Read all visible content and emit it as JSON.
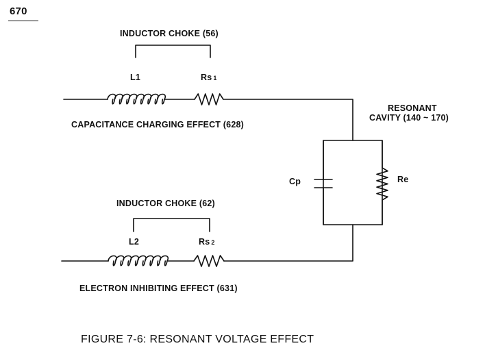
{
  "figure_number": "670",
  "labels": {
    "choke_top": "INDUCTOR CHOKE (56)",
    "l1": "L1",
    "rs1_main": "Rs",
    "rs1_sub": "1",
    "cap_effect": "CAPACITANCE CHARGING EFFECT (628)",
    "resonant_line1": "RESONANT",
    "resonant_line2": "CAVITY (140 ~ 170)",
    "cp": "Cp",
    "re": "Re",
    "choke_bottom": "INDUCTOR CHOKE (62)",
    "l2": "L2",
    "rs2_main": "Rs",
    "rs2_sub": "2",
    "electron_effect": "ELECTRON INHIBITING EFFECT (631)"
  },
  "caption": "FIGURE 7-6: RESONANT VOLTAGE  EFFECT"
}
